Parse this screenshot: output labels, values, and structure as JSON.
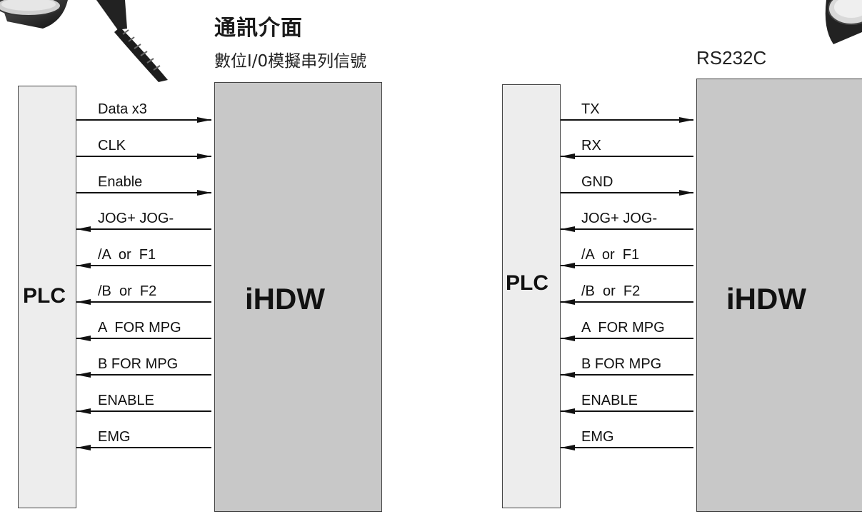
{
  "header": {
    "title": "通訊介面",
    "left_subtitle": "數位I/0模擬串列信號",
    "right_subtitle": "RS232C"
  },
  "left_diagram": {
    "plc_label": "PLC",
    "device_label": "iHDW",
    "signals": [
      {
        "label": "Data x3",
        "direction": "to-device"
      },
      {
        "label": "CLK",
        "direction": "to-device"
      },
      {
        "label": "Enable",
        "direction": "to-device"
      },
      {
        "label": "JOG+ JOG-",
        "direction": "to-plc"
      },
      {
        "label": "/A  or  F1",
        "direction": "to-plc"
      },
      {
        "label": "/B  or  F2",
        "direction": "to-plc"
      },
      {
        "label": "A  FOR MPG",
        "direction": "to-plc"
      },
      {
        "label": "B FOR MPG",
        "direction": "to-plc"
      },
      {
        "label": "ENABLE",
        "direction": "to-plc"
      },
      {
        "label": "EMG",
        "direction": "to-plc"
      }
    ]
  },
  "right_diagram": {
    "plc_label": "PLC",
    "device_label": "iHDW",
    "signals": [
      {
        "label": "TX",
        "direction": "to-device"
      },
      {
        "label": "RX",
        "direction": "to-plc"
      },
      {
        "label": "GND",
        "direction": "to-device"
      },
      {
        "label": "JOG+ JOG-",
        "direction": "to-plc"
      },
      {
        "label": "/A  or  F1",
        "direction": "to-plc"
      },
      {
        "label": "/B  or  F2",
        "direction": "to-plc"
      },
      {
        "label": "A  FOR MPG",
        "direction": "to-plc"
      },
      {
        "label": "B FOR MPG",
        "direction": "to-plc"
      },
      {
        "label": "ENABLE",
        "direction": "to-plc"
      },
      {
        "label": "EMG",
        "direction": "to-plc"
      }
    ]
  }
}
